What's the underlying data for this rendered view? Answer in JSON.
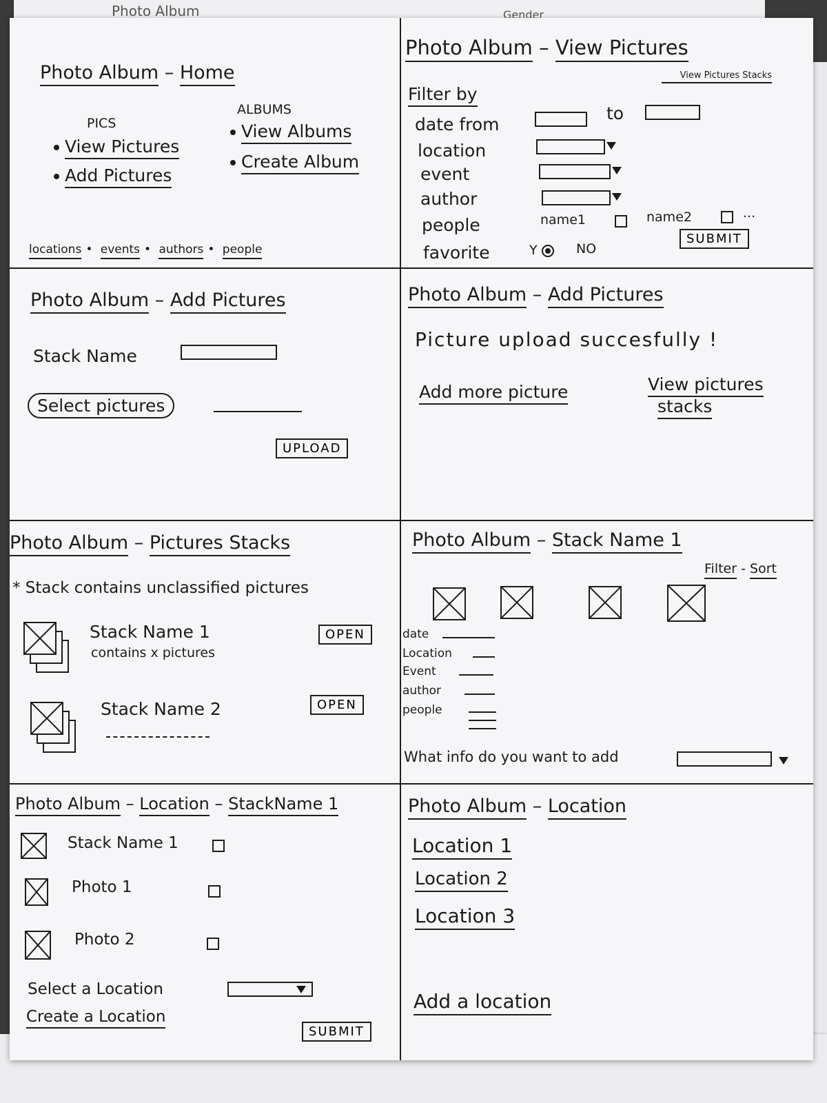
{
  "background_papers": {
    "top_title": "Photo Album",
    "top_right_text": "Gender"
  },
  "home": {
    "title_app": "Photo Album",
    "title_page": "Home",
    "pics_heading": "PICS",
    "view_pictures": "View Pictures",
    "add_pictures": "Add Pictures",
    "albums_heading": "ALBUMS",
    "view_albums": "View Albums",
    "create_album": "Create Album",
    "footer_links": [
      "locations",
      "events",
      "authors",
      "people"
    ]
  },
  "view_pictures": {
    "title_app": "Photo Album",
    "title_page": "View Pictures",
    "stacks_link": "View Pictures Stacks",
    "filter_by": "Filter by",
    "date_from": "date from",
    "to": "to",
    "location": "location",
    "event": "event",
    "author": "author",
    "people": "people",
    "name1": "name1",
    "name2": "name2",
    "ellipsis": "...",
    "favorite": "favorite",
    "yes": "Y",
    "no": "NO",
    "submit": "SUBMIT"
  },
  "add_pictures": {
    "title_app": "Photo Album",
    "title_page": "Add Pictures",
    "stack_name_label": "Stack Name",
    "select_pictures": "Select pictures",
    "upload": "UPLOAD"
  },
  "upload_success": {
    "title_app": "Photo Album",
    "title_page": "Add Pictures",
    "message": "Picture upload succesfully !",
    "add_more": "Add more picture",
    "view_stacks_line1": "View pictures",
    "view_stacks_line2": "stacks"
  },
  "pictures_stacks": {
    "title_app": "Photo Album",
    "title_page": "Pictures Stacks",
    "note": "* Stack contains unclassified pictures",
    "stack1_name": "Stack Name 1",
    "stack1_sub": "contains x pictures",
    "stack2_name": "Stack Name 2",
    "open": "OPEN"
  },
  "stack_detail": {
    "title_app": "Photo Album",
    "title_page": "Stack Name 1",
    "filter_link": "Filter",
    "sort_link": "Sort",
    "dash": "-",
    "fields": [
      "date",
      "Location",
      "Event",
      "author",
      "people"
    ],
    "add_info_label": "What info do you want to add"
  },
  "location_stack": {
    "title_app": "Photo Album",
    "title_mid": "Location",
    "title_stack": "StackName 1",
    "rows": [
      "Stack Name 1",
      "Photo 1",
      "Photo 2"
    ],
    "select_location": "Select a Location",
    "create_location": "Create a Location",
    "submit": "SUBMIT"
  },
  "location": {
    "title_app": "Photo Album",
    "title_page": "Location",
    "items": [
      "Location 1",
      "Location 2",
      "Location 3"
    ],
    "add_location": "Add a location"
  }
}
